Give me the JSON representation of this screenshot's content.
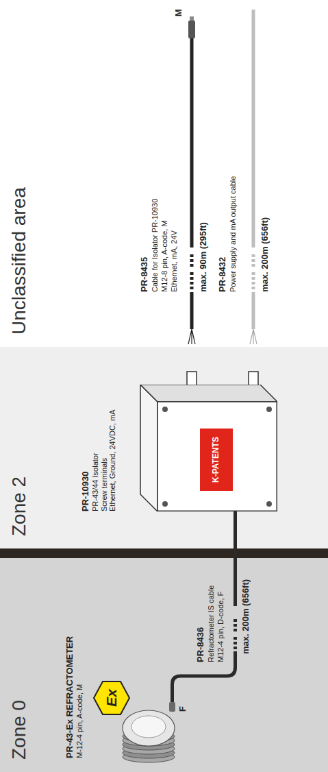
{
  "diagram": {
    "nodes": [
      {
        "text": [
          "Zone 0"
        ]
      },
      {
        "text": [
          "PR-43-Ex REFRACTOMETER",
          "M-12-4 pin, A-code, M"
        ],
        "in": 0
      },
      {
        "text": [
          "Ex"
        ],
        "in": 0
      },
      {
        "text": [
          "Zone 2"
        ]
      },
      {
        "text": [
          "PR-10930",
          "PR-43/44 Isolator",
          "Screw terminals",
          "Ethernet, Ground, 24VDC, mA"
        ],
        "in": 3
      },
      {
        "text": [
          "K-PATENTS"
        ],
        "in": 4
      },
      {
        "text": [
          "Unclassified area"
        ]
      }
    ],
    "edges": [
      {
        "from": 1,
        "to": 4,
        "arrow": "none"
      }
    ],
    "labels": [
      "F",
      "PR-8436",
      "Refractometer IS cable",
      "M12-4 pin, D-code, F",
      "max. 200m (656ft)",
      "PR-8435",
      "Cable for Isolator PR-10930",
      "M12-8 pin, A-code, M",
      "Ethernet, mA, 24V",
      "max. 90m (295ft)",
      "M",
      "PR-8432",
      "Power supply and mA output cable",
      "max. 200m (656ft)"
    ]
  }
}
